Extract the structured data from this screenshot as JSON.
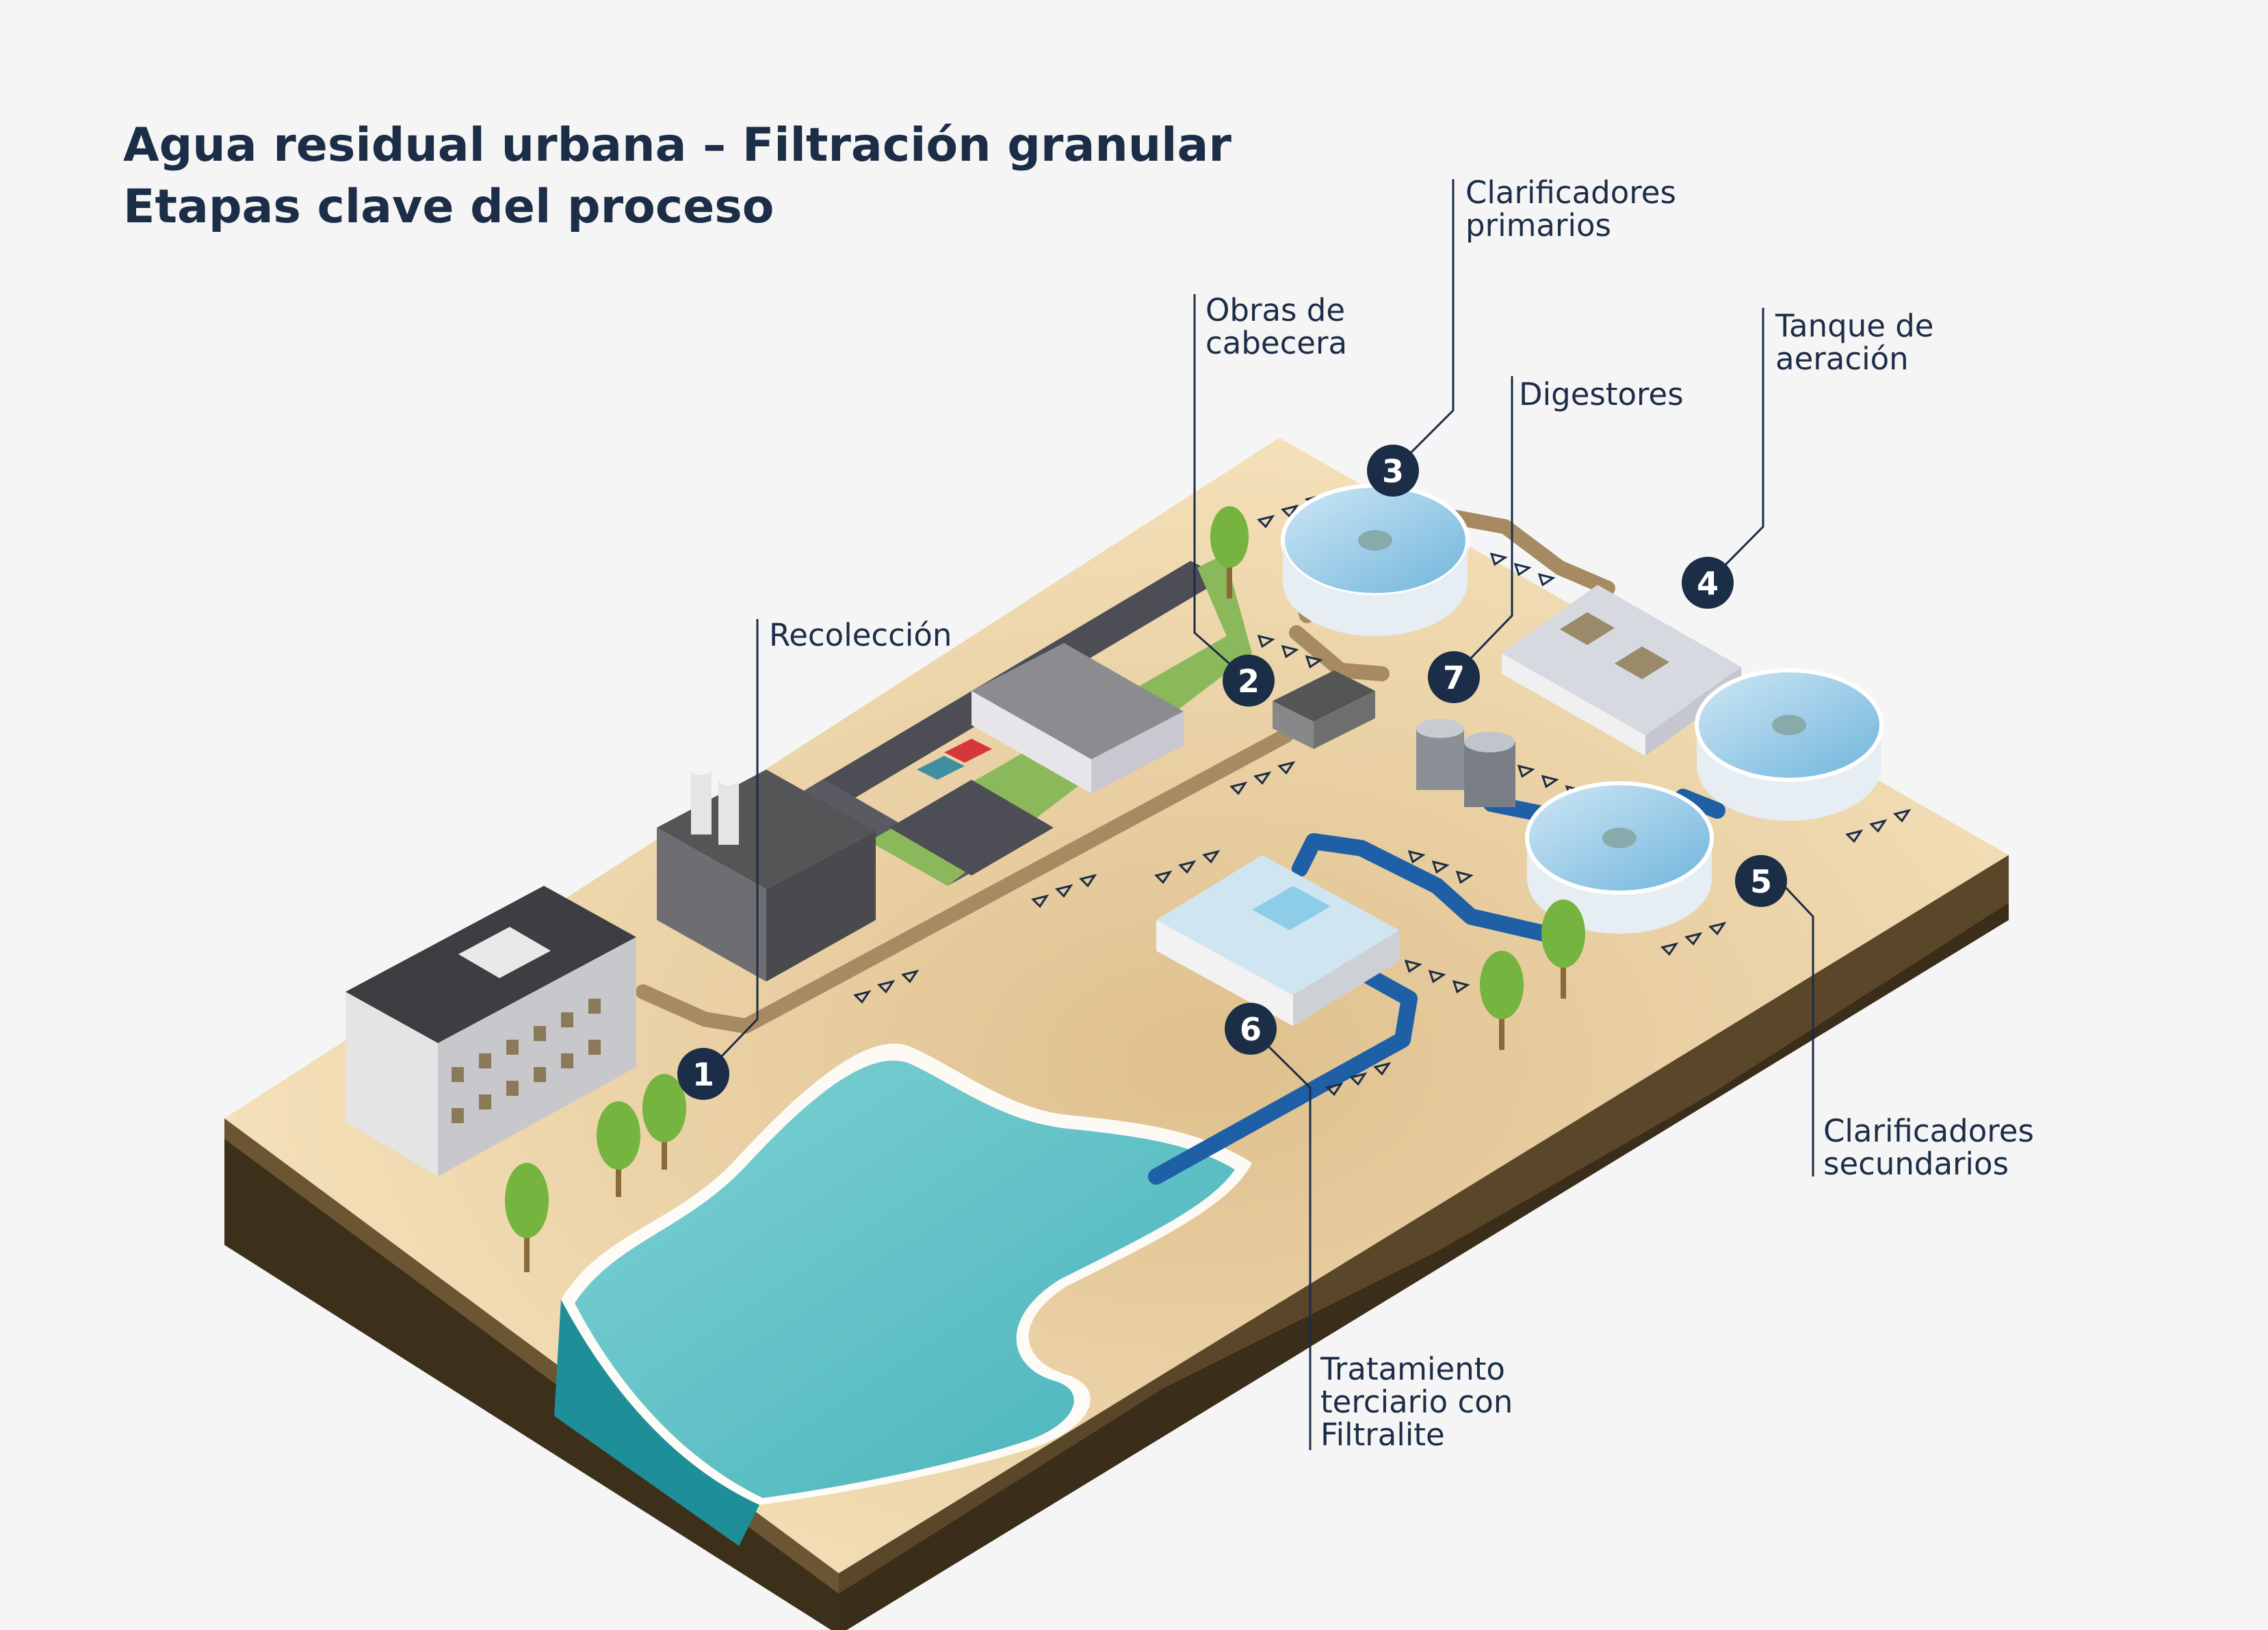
{
  "title": {
    "line1": "Agua residual urbana – Filtración granular",
    "line2": "Etapas clave del proceso"
  },
  "stages": [
    {
      "number": "1",
      "label": "Recolección"
    },
    {
      "number": "2",
      "label": "Obras de cabecera"
    },
    {
      "number": "3",
      "label": "Clarificadores primarios"
    },
    {
      "number": "4",
      "label": "Tanque de aeración"
    },
    {
      "number": "5",
      "label": "Clarificadores secundarios"
    },
    {
      "number": "6",
      "label": "Tratamiento terciario con Filtralite"
    },
    {
      "number": "7",
      "label": "Digestores"
    }
  ],
  "labels": {
    "s1": [
      "Recolección"
    ],
    "s2": [
      "Obras de",
      "cabecera"
    ],
    "s3": [
      "Clarificadores",
      "primarios"
    ],
    "s4": [
      "Tanque de",
      "aeración"
    ],
    "s5": [
      "Clarificadores",
      "secundarios"
    ],
    "s6": [
      "Tratamiento",
      "terciario con",
      "Filtralite"
    ],
    "s7": [
      "Digestores"
    ]
  },
  "colors": {
    "background": "#f5f5f5",
    "navy": "#1c2d47",
    "sand": "#f3dfb8",
    "soil_dark": "#4a3b22",
    "water": "#5cc1c6",
    "pipe_brown": "#a88a62",
    "pipe_blue": "#1f5fa6",
    "grass": "#7fa552",
    "tree": "#74b43f"
  }
}
